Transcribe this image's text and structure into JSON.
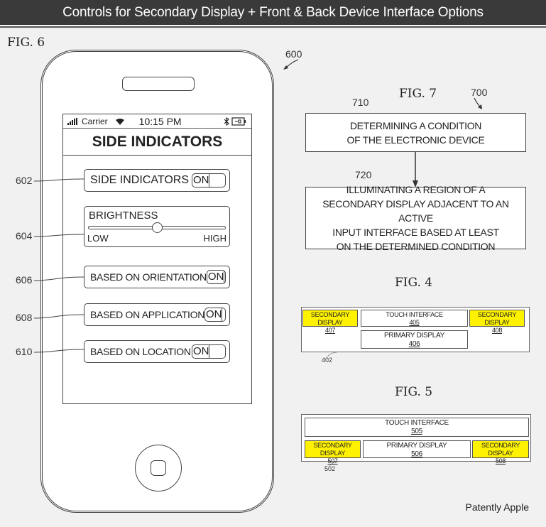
{
  "banner": {
    "title": "Controls for Secondary Display + Front & Back Device Interface Options"
  },
  "fig6": {
    "label": "FIG. 6",
    "ref": "600",
    "status_bar": {
      "carrier": "Carrier",
      "time": "10:15 PM",
      "icons": [
        "signal-bars-icon",
        "wifi-icon",
        "bluetooth-icon",
        "battery-icon"
      ]
    },
    "nav_title": "SIDE INDICATORS",
    "settings": [
      {
        "ref": "602",
        "label": "SIDE INDICATORS",
        "toggle": "ON"
      },
      {
        "ref": "604",
        "label": "BRIGHTNESS",
        "low": "LOW",
        "high": "HIGH",
        "value_fraction": 0.5
      },
      {
        "ref": "606",
        "label": "BASED ON ORIENTATION",
        "toggle": "ON"
      },
      {
        "ref": "608",
        "label": "BASED ON APPLICATION",
        "toggle": "ON"
      },
      {
        "ref": "610",
        "label": "BASED ON LOCATION",
        "toggle": "ON"
      }
    ]
  },
  "fig7": {
    "label": "FIG. 7",
    "ref": "700",
    "steps": [
      {
        "ref": "710",
        "lines": [
          "DETERMINING A CONDITION",
          "OF THE ELECTRONIC DEVICE"
        ]
      },
      {
        "ref": "720",
        "lines": [
          "ILLUMINATING A REGION OF A",
          "SECONDARY DISPLAY ADJACENT TO AN ACTIVE",
          "INPUT INTERFACE BASED AT LEAST",
          "ON THE DETERMINED CONDITION"
        ]
      }
    ]
  },
  "fig4": {
    "label": "FIG. 4",
    "ref": "402",
    "cells": {
      "sec_left": {
        "label": "SECONDARY DISPLAY",
        "num": "407"
      },
      "touch": {
        "label": "TOUCH INTERFACE",
        "num": "405"
      },
      "sec_right": {
        "label": "SECONDARY DISPLAY",
        "num": "408"
      },
      "primary": {
        "label": "PRIMARY DISPLAY",
        "num": "406"
      }
    }
  },
  "fig5": {
    "label": "FIG. 5",
    "ref": "502",
    "cells": {
      "touch": {
        "label": "TOUCH INTERFACE",
        "num": "505"
      },
      "sec_left": {
        "label": "SECONDARY DISPLAY",
        "num": "507"
      },
      "primary": {
        "label": "PRIMARY DISPLAY",
        "num": "506"
      },
      "sec_right": {
        "label": "SECONDARY DISPLAY",
        "num": "508"
      }
    }
  },
  "colors": {
    "highlight": "#fff200",
    "banner_bg": "#3a3a3a"
  },
  "credit": "Patently Apple"
}
